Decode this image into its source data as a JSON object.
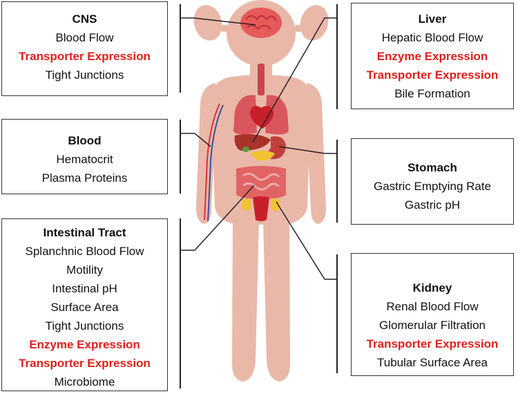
{
  "boxes": {
    "cns": {
      "title": "CNS",
      "lines": [
        {
          "text": "Blood Flow",
          "highlight": false
        },
        {
          "text": "Transporter Expression",
          "highlight": true
        },
        {
          "text": "Tight Junctions",
          "highlight": false
        }
      ]
    },
    "blood": {
      "title": "Blood",
      "lines": [
        {
          "text": "Hematocrit",
          "highlight": false
        },
        {
          "text": "Plasma Proteins",
          "highlight": false
        }
      ]
    },
    "intestinal": {
      "title": "Intestinal Tract",
      "lines": [
        {
          "text": "Splanchnic Blood Flow",
          "highlight": false
        },
        {
          "text": "Motility",
          "highlight": false
        },
        {
          "text": "Intestinal pH",
          "highlight": false
        },
        {
          "text": "Surface Area",
          "highlight": false
        },
        {
          "text": "Tight Junctions",
          "highlight": false
        },
        {
          "text": "Enzyme Expression",
          "highlight": true
        },
        {
          "text": "Transporter Expression",
          "highlight": true
        },
        {
          "text": "Microbiome",
          "highlight": false
        }
      ]
    },
    "liver": {
      "title": "Liver",
      "lines": [
        {
          "text": "Hepatic Blood Flow",
          "highlight": false
        },
        {
          "text": "Enzyme Expression",
          "highlight": true
        },
        {
          "text": "Transporter Expression",
          "highlight": true
        },
        {
          "text": "Bile Formation",
          "highlight": false
        }
      ]
    },
    "stomach": {
      "title": "Stomach",
      "lines": [
        {
          "text": "Gastric Emptying Rate",
          "highlight": false
        },
        {
          "text": "Gastric pH",
          "highlight": false
        }
      ]
    },
    "kidney": {
      "title": "Kidney",
      "lines": [
        {
          "text": "Renal Blood Flow",
          "highlight": false
        },
        {
          "text": "Glomerular Filtration",
          "highlight": false
        },
        {
          "text": "Transporter Expression",
          "highlight": true
        },
        {
          "text": "Tubular Surface Area",
          "highlight": false
        }
      ]
    }
  },
  "colors": {
    "skin": "#e9b8a8",
    "highlight_text": "#e0201b",
    "brain": "#e65a5a",
    "lungs": "#d9565c",
    "heart": "#c8202a",
    "liver": "#a8332b",
    "stomach": "#c2403c",
    "pancreas": "#f2c230",
    "intestine": "#e06464",
    "vein_red": "#d8323a",
    "vein_blue": "#3a4f9c"
  },
  "figure": {
    "subject": "child-body-icon"
  }
}
